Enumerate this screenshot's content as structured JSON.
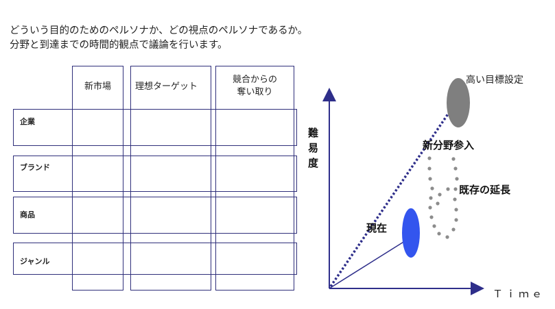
{
  "intro": {
    "line1": "どういう目的のためのペルソナか、どの視点のペルソナであるか。",
    "line2": "分野と到達までの時間的観点で議論を行います。"
  },
  "matrix": {
    "columns": [
      {
        "label": "新市場"
      },
      {
        "label": "理想ターゲット"
      },
      {
        "label_line1": "競合からの",
        "label_line2": "奪い取り"
      }
    ],
    "rows": [
      {
        "label": "企業"
      },
      {
        "label": "ブランド"
      },
      {
        "label": "商品"
      },
      {
        "label": "ジャンル"
      }
    ]
  },
  "graph": {
    "y_axis_label": "難易度",
    "x_axis_label": "Ｔｉｍｅ",
    "nodes": {
      "current": "現在",
      "high_goal": "高い目標設定",
      "new_field": "新分野参入",
      "extension": "既存の延長"
    },
    "colors": {
      "axis": "#2e2e8a",
      "current_ellipse": "#3355ee",
      "goal_ellipse": "#7f7f7f",
      "dotted_cluster": "#8c8c8c",
      "dotted_line": "#2e2e8a"
    }
  }
}
